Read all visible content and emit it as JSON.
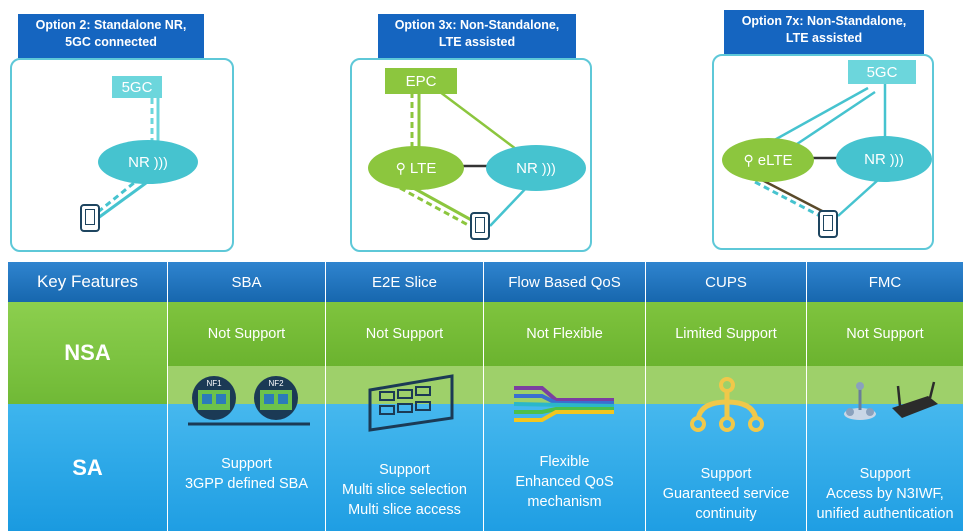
{
  "options": [
    {
      "title_line1": "Option 2: Standalone NR,",
      "title_line2": "5GC connected",
      "core": "5GC",
      "radio": "NR"
    },
    {
      "title_line1": "Option 3x: Non-Standalone,",
      "title_line2": "LTE assisted",
      "core": "EPC",
      "anchor": "LTE",
      "radio": "NR"
    },
    {
      "title_line1": "Option 7x: Non-Standalone,",
      "title_line2": "LTE assisted",
      "core": "5GC",
      "anchor": "eLTE",
      "radio": "NR"
    }
  ],
  "table": {
    "key_features": "Key Features",
    "nsa_label": "NSA",
    "sa_label": "SA",
    "columns": [
      {
        "header": "SBA",
        "nsa": "Not Support",
        "sa_lines": [
          "Support",
          "3GPP defined SBA"
        ],
        "icon": "nf-servers-icon",
        "icon_labels": [
          "NF1",
          "NF2"
        ]
      },
      {
        "header": "E2E Slice",
        "nsa": "Not Support",
        "sa_lines": [
          "Support",
          "Multi slice selection",
          "Multi slice access"
        ],
        "icon": "slice-grid-icon"
      },
      {
        "header": "Flow Based QoS",
        "nsa": "Not Flexible",
        "sa_lines": [
          "Flexible",
          "Enhanced QoS",
          "mechanism"
        ],
        "icon": "flow-streams-icon"
      },
      {
        "header": "CUPS",
        "nsa": "Limited Support",
        "sa_lines": [
          "Support",
          "Guaranteed service",
          "continuity"
        ],
        "icon": "split-plane-icon"
      },
      {
        "header": "FMC",
        "nsa": "Not Support",
        "sa_lines": [
          "Support",
          "Access by N3IWF,",
          "unified authentication"
        ],
        "icon": "router-icon"
      }
    ]
  },
  "colors": {
    "header_blue": "#1767ae",
    "nsa_green": "#7fc43e",
    "sa_blue": "#2aa6e6",
    "teal": "#46c3cf",
    "lte_green": "#8cc63e"
  }
}
